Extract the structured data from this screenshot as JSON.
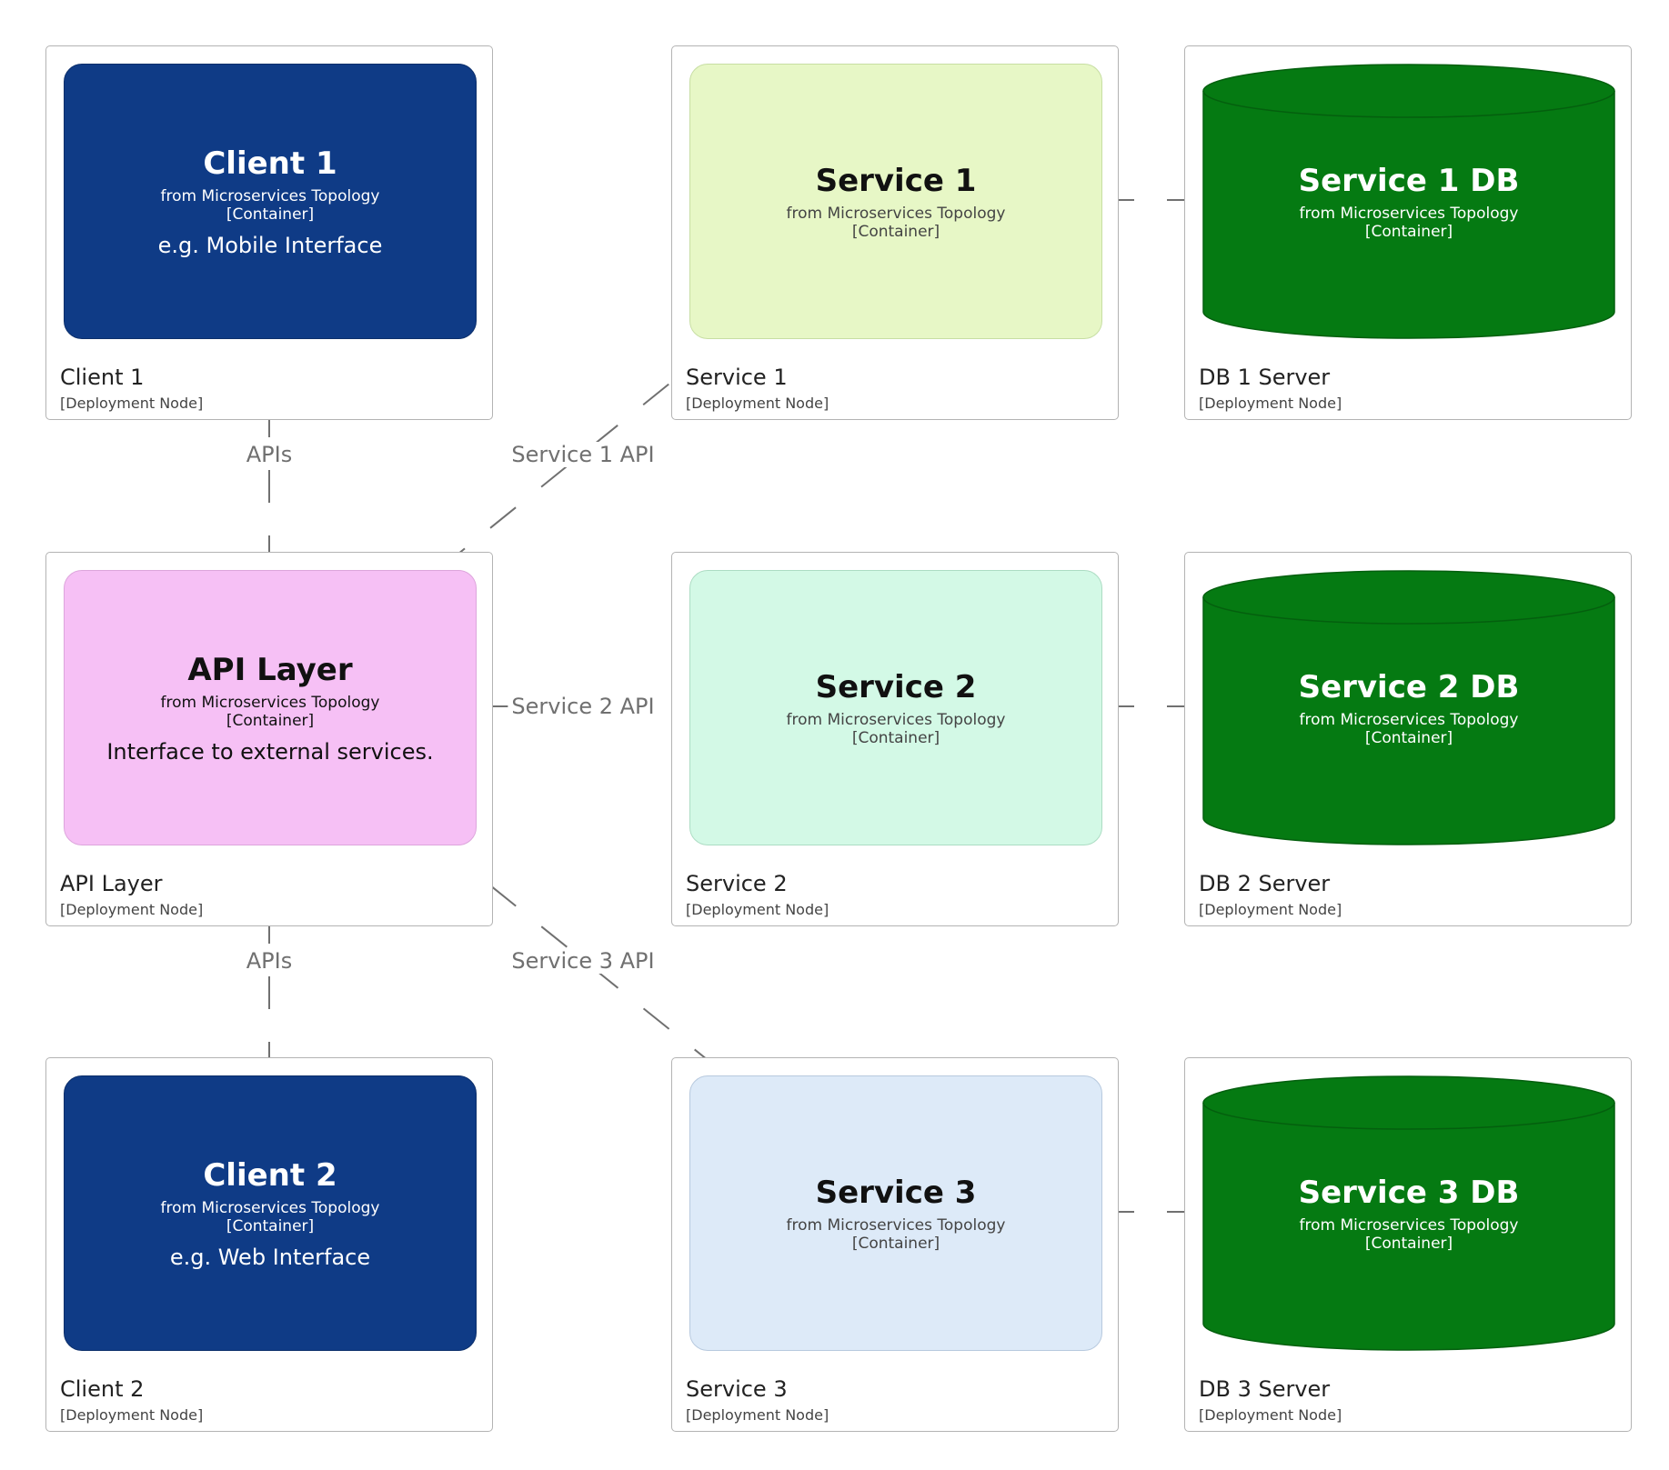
{
  "colors": {
    "client": "#0f3b86",
    "api": "#f6c0f5",
    "service1": "#e7f7c6",
    "service2": "#d3f9e6",
    "service3": "#ddeaf8",
    "database": "#057a12",
    "edge": "#707070"
  },
  "nodes": {
    "client1": {
      "name": "Client 1",
      "type": "[Deployment Node]",
      "container": {
        "title": "Client 1",
        "tech_line1": "from Microservices Topology",
        "tech_line2": "[Container]",
        "description": "e.g. Mobile Interface"
      }
    },
    "client2": {
      "name": "Client 2",
      "type": "[Deployment Node]",
      "container": {
        "title": "Client 2",
        "tech_line1": "from Microservices Topology",
        "tech_line2": "[Container]",
        "description": "e.g. Web Interface"
      }
    },
    "api": {
      "name": "API Layer",
      "type": "[Deployment Node]",
      "container": {
        "title": "API Layer",
        "tech_line1": "from Microservices Topology",
        "tech_line2": "[Container]",
        "description": "Interface to external services."
      }
    },
    "service1": {
      "name": "Service 1",
      "type": "[Deployment Node]",
      "container": {
        "title": "Service 1",
        "tech_line1": "from Microservices Topology",
        "tech_line2": "[Container]"
      }
    },
    "service2": {
      "name": "Service 2",
      "type": "[Deployment Node]",
      "container": {
        "title": "Service 2",
        "tech_line1": "from Microservices Topology",
        "tech_line2": "[Container]"
      }
    },
    "service3": {
      "name": "Service 3",
      "type": "[Deployment Node]",
      "container": {
        "title": "Service 3",
        "tech_line1": "from Microservices Topology",
        "tech_line2": "[Container]"
      }
    },
    "db1": {
      "name": "DB 1 Server",
      "type": "[Deployment Node]",
      "container": {
        "title": "Service 1 DB",
        "tech_line1": "from Microservices Topology",
        "tech_line2": "[Container]"
      }
    },
    "db2": {
      "name": "DB 2 Server",
      "type": "[Deployment Node]",
      "container": {
        "title": "Service 2 DB",
        "tech_line1": "from Microservices Topology",
        "tech_line2": "[Container]"
      }
    },
    "db3": {
      "name": "DB 3 Server",
      "type": "[Deployment Node]",
      "container": {
        "title": "Service 3 DB",
        "tech_line1": "from Microservices Topology",
        "tech_line2": "[Container]"
      }
    }
  },
  "edges": {
    "client1_api": {
      "from": "Client 1",
      "to": "API Layer",
      "label": "APIs"
    },
    "client2_api": {
      "from": "Client 2",
      "to": "API Layer",
      "label": "APIs"
    },
    "api_service1": {
      "from": "API Layer",
      "to": "Service 1",
      "label": "Service 1 API"
    },
    "api_service2": {
      "from": "API Layer",
      "to": "Service 2",
      "label": "Service 2 API"
    },
    "api_service3": {
      "from": "API Layer",
      "to": "Service 3",
      "label": "Service 3 API"
    },
    "service1_db": {
      "from": "Service 1",
      "to": "Service 1 DB",
      "label": ""
    },
    "service2_db": {
      "from": "Service 2",
      "to": "Service 2 DB",
      "label": ""
    },
    "service3_db": {
      "from": "Service 3",
      "to": "Service 3 DB",
      "label": ""
    }
  }
}
